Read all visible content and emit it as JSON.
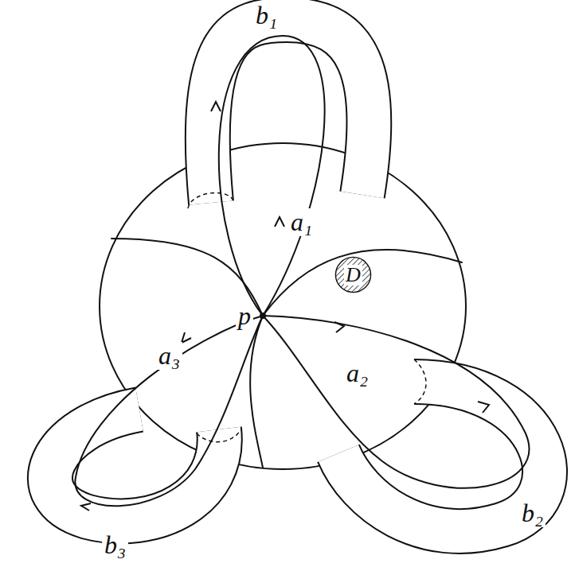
{
  "diagram": {
    "nodes": [
      {
        "text": [
          "D"
        ]
      }
    ],
    "labels": [
      "b₁",
      "a₁",
      "p",
      "a₂",
      "b₂",
      "a₃",
      "b₃"
    ]
  }
}
